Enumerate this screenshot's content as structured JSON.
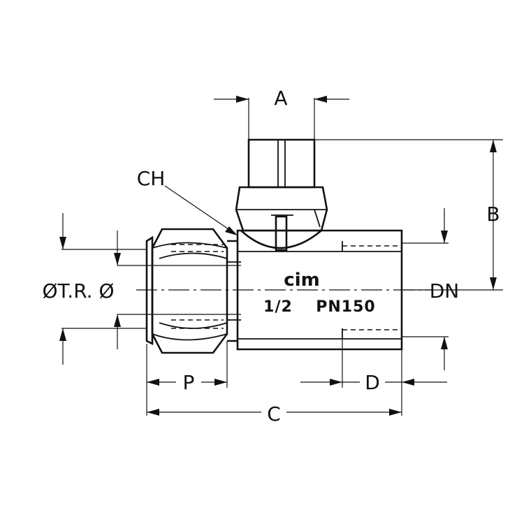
{
  "labels": {
    "a": "A",
    "b": "B",
    "ch": "CH",
    "otr": "ØT.R. Ø",
    "dn": "DN",
    "p": "P",
    "d": "D",
    "c": "C"
  },
  "body_marking": {
    "logo": "cim",
    "size": "1/2",
    "pressure": "PN150"
  }
}
